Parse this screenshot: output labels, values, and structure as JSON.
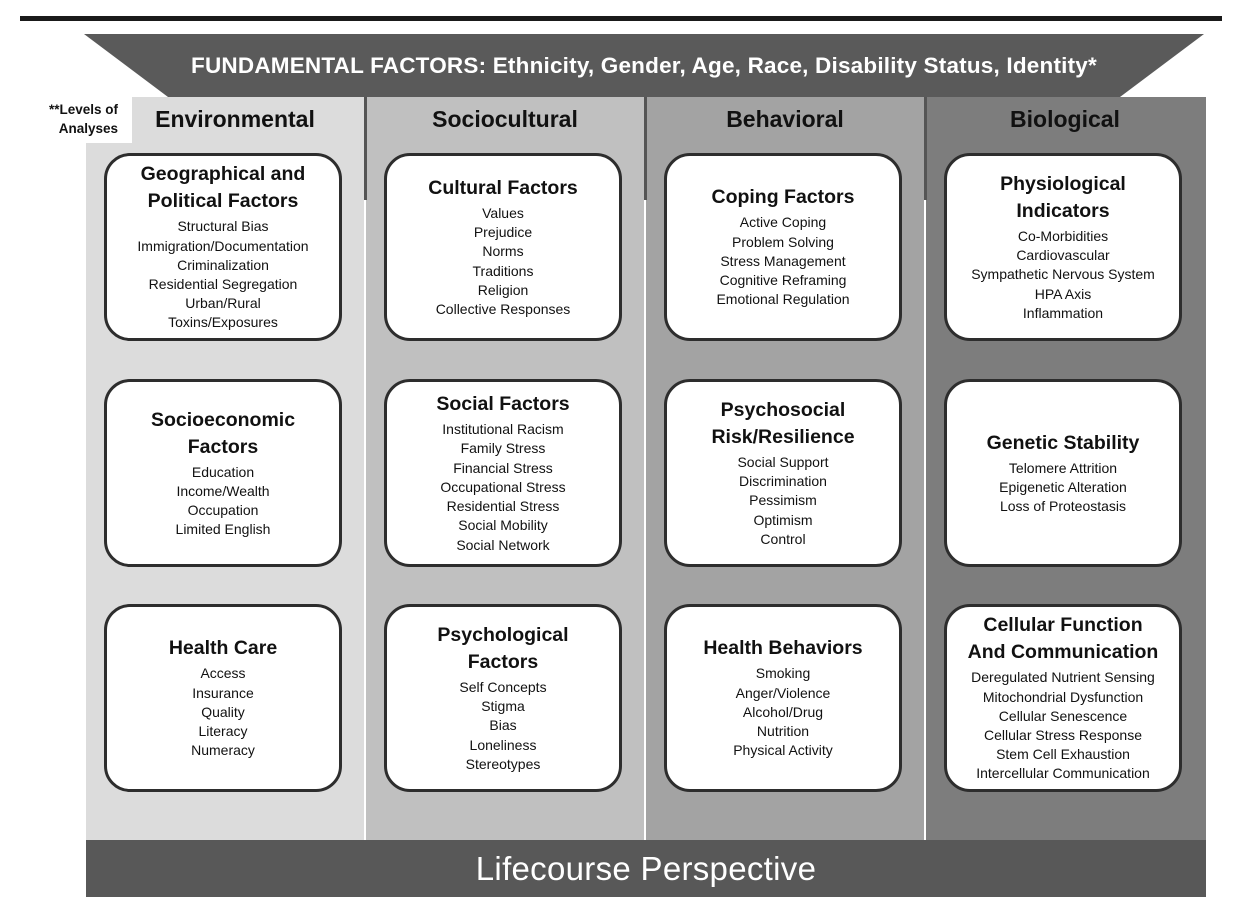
{
  "banner": "FUNDAMENTAL FACTORS: Ethnicity, Gender, Age, Race, Disability Status, Identity*",
  "levels_label": "**Levels of\nAnalyses",
  "columns": [
    {
      "title": "Environmental",
      "boxes": [
        {
          "title": "Geographical and\nPolitical Factors",
          "items": [
            "Structural Bias",
            "Immigration/Documentation",
            "Criminalization",
            "Residential Segregation",
            "Urban/Rural",
            "Toxins/Exposures"
          ]
        },
        {
          "title": "Socioeconomic\nFactors",
          "items": [
            "Education",
            "Income/Wealth",
            "Occupation",
            "Limited English"
          ]
        },
        {
          "title": "Health Care",
          "items": [
            "Access",
            "Insurance",
            "Quality",
            "Literacy",
            "Numeracy"
          ]
        }
      ]
    },
    {
      "title": "Sociocultural",
      "boxes": [
        {
          "title": "Cultural Factors",
          "items": [
            "Values",
            "Prejudice",
            "Norms",
            "Traditions",
            "Religion",
            "Collective Responses"
          ]
        },
        {
          "title": "Social Factors",
          "items": [
            "Institutional Racism",
            "Family Stress",
            "Financial Stress",
            "Occupational Stress",
            "Residential Stress",
            "Social Mobility",
            "Social Network"
          ]
        },
        {
          "title": "Psychological\nFactors",
          "items": [
            "Self Concepts",
            "Stigma",
            "Bias",
            "Loneliness",
            "Stereotypes"
          ]
        }
      ]
    },
    {
      "title": "Behavioral",
      "boxes": [
        {
          "title": "Coping Factors",
          "items": [
            "Active Coping",
            "Problem Solving",
            "Stress Management",
            "Cognitive Reframing",
            "Emotional Regulation"
          ]
        },
        {
          "title": "Psychosocial\nRisk/Resilience",
          "items": [
            "Social Support",
            "Discrimination",
            "Pessimism",
            "Optimism",
            "Control"
          ]
        },
        {
          "title": "Health Behaviors",
          "items": [
            "Smoking",
            "Anger/Violence",
            "Alcohol/Drug",
            "Nutrition",
            "Physical Activity"
          ]
        }
      ]
    },
    {
      "title": "Biological",
      "boxes": [
        {
          "title": "Physiological\nIndicators",
          "items": [
            "Co-Morbidities",
            "Cardiovascular",
            "Sympathetic Nervous System",
            "HPA Axis",
            "Inflammation"
          ]
        },
        {
          "title": "Genetic Stability",
          "items": [
            "Telomere Attrition",
            "Epigenetic Alteration",
            "Loss of Proteostasis"
          ]
        },
        {
          "title": "Cellular Function\nAnd Communication",
          "items": [
            "Deregulated Nutrient Sensing",
            "Mitochondrial Dysfunction",
            "Cellular Senescence",
            "Cellular Stress Response",
            "Stem Cell Exhaustion",
            "Intercellular Communication"
          ]
        }
      ]
    }
  ],
  "footer": "Lifecourse Perspective"
}
